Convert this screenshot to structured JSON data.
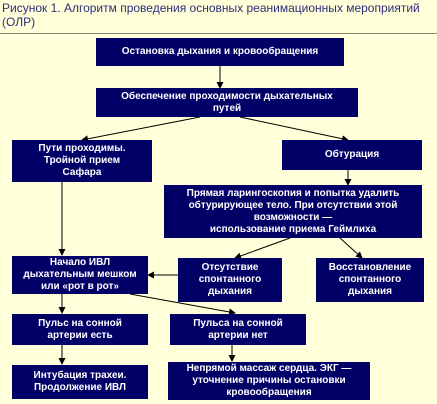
{
  "caption": {
    "label": "Рисунок 1.",
    "line1": "Алгоритм проведения основных реанимационных мероприятий",
    "line2": "(ОЛР)"
  },
  "colors": {
    "background": "#FFFFD9",
    "box": "#000066",
    "box_text": "#FFFFFF",
    "caption_text": "#2E2E7A"
  },
  "nodes": {
    "cardiac_arrest": {
      "lines": [
        "Остановка дыхания и кровообращения"
      ]
    },
    "airway": {
      "lines": [
        "Обеспечение проходимости дыхательных",
        "путей"
      ]
    },
    "airway_clear": {
      "lines": [
        "Пути проходимы.",
        "Тройной прием",
        "Сафара"
      ]
    },
    "obstruction": {
      "lines": [
        "Обтурация"
      ]
    },
    "laryngoscopy": {
      "lines": [
        "Прямая ларингоскопия и попытка удалить",
        "обтурирующее тело. При отсутствии этой",
        "возможности —",
        "использование приема Геймлиха"
      ]
    },
    "ventilation": {
      "lines": [
        "Начало ИВЛ",
        "дыхательным мешком",
        "или «рот в рот»"
      ]
    },
    "no_spontaneous": {
      "lines": [
        "Отсутствие",
        "спонтанного",
        "дыхания"
      ]
    },
    "spontaneous_restored": {
      "lines": [
        "Восстановление",
        "спонтанного",
        "дыхания"
      ]
    },
    "pulse_present": {
      "lines": [
        "Пульс на сонной",
        "артерии есть"
      ]
    },
    "pulse_absent": {
      "lines": [
        "Пульса на сонной",
        "артерии нет"
      ]
    },
    "intubation": {
      "lines": [
        "Интубация трахеи.",
        "Продолжение ИВЛ"
      ]
    },
    "cardiac_massage": {
      "lines": [
        "Непрямой массаж сердца. ЭКГ —",
        "уточнение причины остановки",
        "кровообращения"
      ]
    }
  }
}
